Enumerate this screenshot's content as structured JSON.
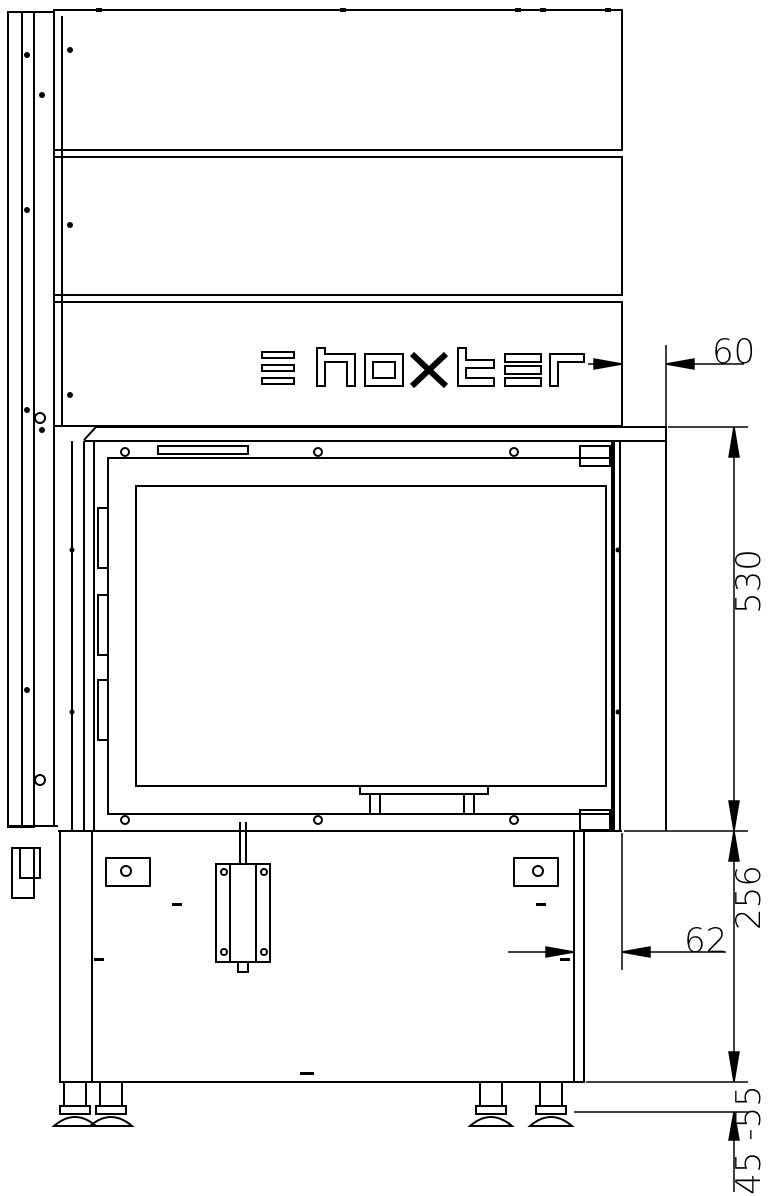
{
  "brand": {
    "logo_text": "hoxter"
  },
  "dimensions": {
    "top_offset": "60",
    "glass_height": "530",
    "base_offset": "62",
    "base_height": "256",
    "foot_height": "45 -55"
  }
}
